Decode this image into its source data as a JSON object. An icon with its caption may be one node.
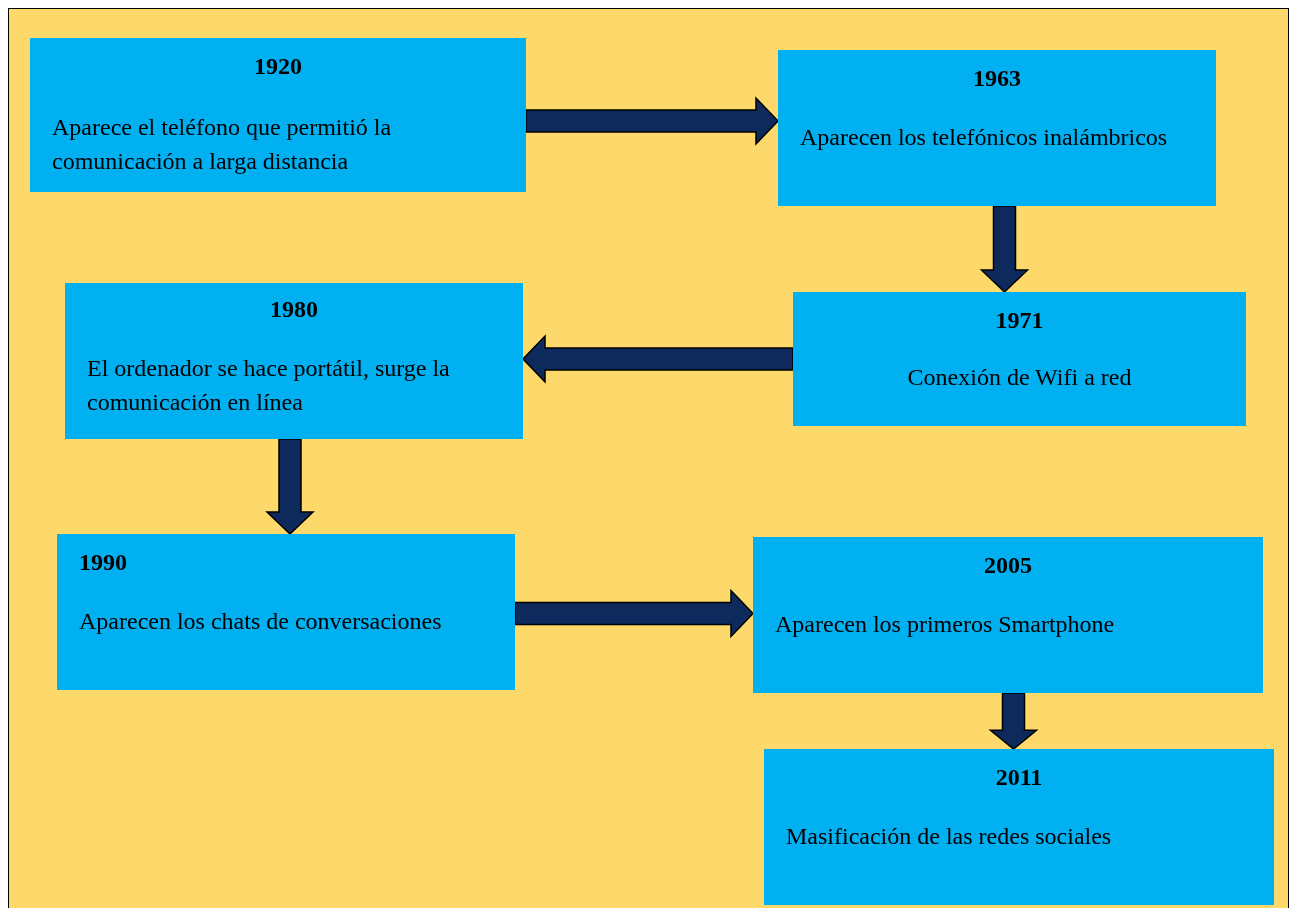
{
  "diagram": {
    "nodes": [
      {
        "text": [
          "1920",
          "Aparece el teléfono que permitió la comunicación a larga distancia"
        ]
      },
      {
        "text": [
          "1963",
          "Aparecen los telefónicos inalámbricos"
        ]
      },
      {
        "text": [
          "1980",
          "El ordenador se hace portátil, surge la comunicación en línea"
        ]
      },
      {
        "text": [
          "1971",
          "Conexión de Wifi a red"
        ]
      },
      {
        "text": [
          "1990",
          "Aparecen los chats de conversaciones"
        ]
      },
      {
        "text": [
          "2005",
          "Aparecen los primeros Smartphone"
        ]
      },
      {
        "text": [
          "2011",
          "Masificación de las redes sociales"
        ]
      }
    ],
    "edges": [
      {
        "from": 0,
        "to": 1,
        "arrow": "to"
      },
      {
        "from": 1,
        "to": 3,
        "arrow": "to"
      },
      {
        "from": 3,
        "to": 2,
        "arrow": "to"
      },
      {
        "from": 2,
        "to": 4,
        "arrow": "to"
      },
      {
        "from": 4,
        "to": 5,
        "arrow": "to"
      },
      {
        "from": 5,
        "to": 6,
        "arrow": "to"
      }
    ]
  }
}
